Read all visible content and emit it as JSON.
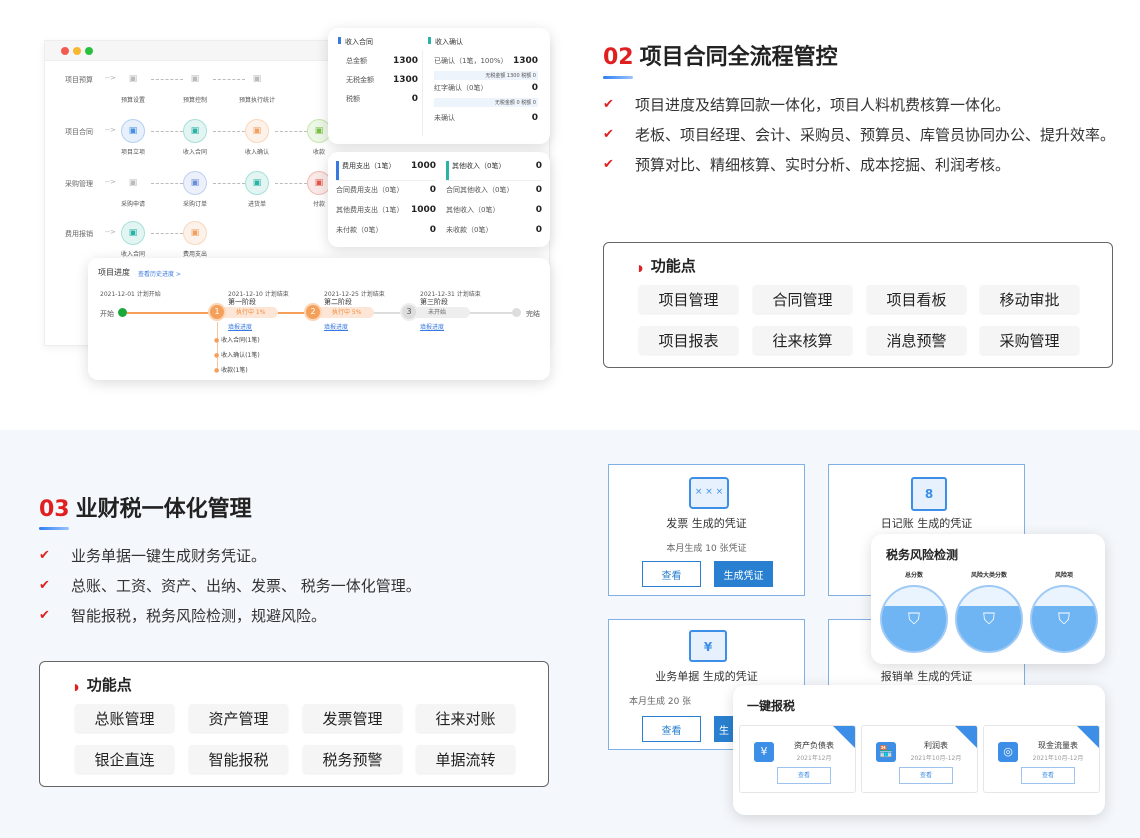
{
  "section02": {
    "number": "02",
    "title": "项目合同全流程管控",
    "bullets": [
      "项目进度及结算回款一体化，项目人料机费核算一体化。",
      "老板、项目经理、会计、采购员、预算员、库管员协同办公、提升效率。",
      "预算对比、精细核算、实时分析、成本挖掘、利润考核。"
    ],
    "features_title": "功能点",
    "features": [
      "项目管理",
      "合同管理",
      "项目看板",
      "移动审批",
      "项目报表",
      "往来核算",
      "消息预警",
      "采购管理"
    ]
  },
  "section03": {
    "number": "03",
    "title": "业财税一体化管理",
    "bullets": [
      "业务单据一键生成财务凭证。",
      "总账、工资、资产、出纳、发票、 税务一体化管理。",
      "智能报税，税务风险检测，规避风险。"
    ],
    "features_title": "功能点",
    "features": [
      "总账管理",
      "资产管理",
      "发票管理",
      "往来对账",
      "银企直连",
      "智能报税",
      "税务预警",
      "单据流转"
    ]
  },
  "flow": {
    "rows": [
      {
        "label": "项目预算",
        "nodes": [
          {
            "label": "预算设置",
            "icon": "document-icon",
            "color": "#bbb"
          },
          {
            "label": "预算控制",
            "icon": "monitor-icon",
            "color": "#bbb"
          },
          {
            "label": "预算执行统计",
            "icon": "report-icon",
            "color": "#bbb"
          }
        ]
      },
      {
        "label": "项目合同",
        "nodes": [
          {
            "label": "项目立项",
            "icon": "id-card-icon",
            "color": "#4a90e2"
          },
          {
            "label": "收入合同",
            "icon": "contract-icon",
            "color": "#2bb3a6"
          },
          {
            "label": "收入确认",
            "icon": "clipboard-icon",
            "color": "#f0a060"
          },
          {
            "label": "收款",
            "icon": "wallet-icon",
            "color": "#7bc043"
          }
        ]
      },
      {
        "label": "采购管理",
        "nodes": [
          {
            "label": "采购申请",
            "icon": "request-icon",
            "color": "#bbb"
          },
          {
            "label": "采购订单",
            "icon": "order-icon",
            "color": "#6a8fd8"
          },
          {
            "label": "进货单",
            "icon": "receipt-icon",
            "color": "#2bb3a6"
          },
          {
            "label": "付款",
            "icon": "payment-icon",
            "color": "#e05a4a"
          }
        ]
      },
      {
        "label": "费用报销",
        "nodes": [
          {
            "label": "收入合同",
            "icon": "contract-icon",
            "color": "#2bb3a6"
          },
          {
            "label": "费用支出",
            "icon": "expense-icon",
            "color": "#f0a060"
          }
        ]
      }
    ]
  },
  "income_card": {
    "left_title": "收入合同",
    "left_rows": [
      {
        "label": "总金额",
        "value": "1300"
      },
      {
        "label": "无税金额",
        "value": "1300"
      },
      {
        "label": "税额",
        "value": "0"
      }
    ],
    "right_title": "收入确认",
    "confirmed": {
      "label": "已确认（1笔，100%）",
      "value": "1300",
      "note": "无税金额 1300 税额 0"
    },
    "red": {
      "label": "红字确认（0笔）",
      "value": "0",
      "note": "无税金额 0 税额 0"
    },
    "unconfirmed": {
      "label": "未确认",
      "value": "0"
    }
  },
  "expense_card": {
    "left_title": "费用支出（1笔）",
    "left_value": "1000",
    "left_rows": [
      {
        "label": "合同费用支出（0笔）",
        "value": "0"
      },
      {
        "label": "其他费用支出（1笔）",
        "value": "1000"
      },
      {
        "label": "未付款（0笔）",
        "value": "0"
      }
    ],
    "right_title": "其他收入（0笔）",
    "right_value": "0",
    "right_rows": [
      {
        "label": "合同其他收入（0笔）",
        "value": "0"
      },
      {
        "label": "其他收入（0笔）",
        "value": "0"
      },
      {
        "label": "未收款（0笔）",
        "value": "0"
      }
    ]
  },
  "progress": {
    "title": "项目进度",
    "history_link": "查看历史进度 >",
    "start": "开始",
    "end": "完结",
    "start_date": "2021-12-01 计划开始",
    "stages": [
      {
        "num": "1",
        "date": "2021-12-10 计划结束",
        "name": "第一阶段",
        "status": "执行中  1%",
        "link": "填报进度"
      },
      {
        "num": "2",
        "date": "2021-12-25 计划结束",
        "name": "第二阶段",
        "status": "执行中  5%",
        "link": "填报进度"
      },
      {
        "num": "3",
        "date": "2021-12-31 计划结束",
        "name": "第三阶段",
        "status": "未开始",
        "link": "填报进度"
      }
    ],
    "sub_items": [
      "收入合同(1笔)",
      "收入确认(1笔)",
      "收款(1笔)"
    ]
  },
  "vouchers": [
    {
      "title": "发票 生成的凭证",
      "sub": "本月生成 10 张凭证",
      "view": "查看",
      "gen": "生成凭证"
    },
    {
      "title": "日记账 生成的凭证"
    },
    {
      "title": "业务单据 生成的凭证",
      "sub": "本月生成 20 张",
      "view": "查看",
      "gen": "生"
    },
    {
      "title": "报销单 生成的凭证"
    }
  ],
  "risk": {
    "title": "税务风险检测",
    "cols": [
      "总分数",
      "风险大类分数",
      "风险项"
    ]
  },
  "tax": {
    "title": "一键报税",
    "items": [
      {
        "name": "资产负债表",
        "period": "2021年12月",
        "btn": "查看"
      },
      {
        "name": "利润表",
        "period": "2021年10月-12月",
        "btn": "查看"
      },
      {
        "name": "现金流量表",
        "period": "2021年10月-12月",
        "btn": "查看"
      }
    ]
  },
  "colors": {
    "accent": "#e02020",
    "blue": "#2a80d0",
    "orange": "#f5a05a"
  }
}
